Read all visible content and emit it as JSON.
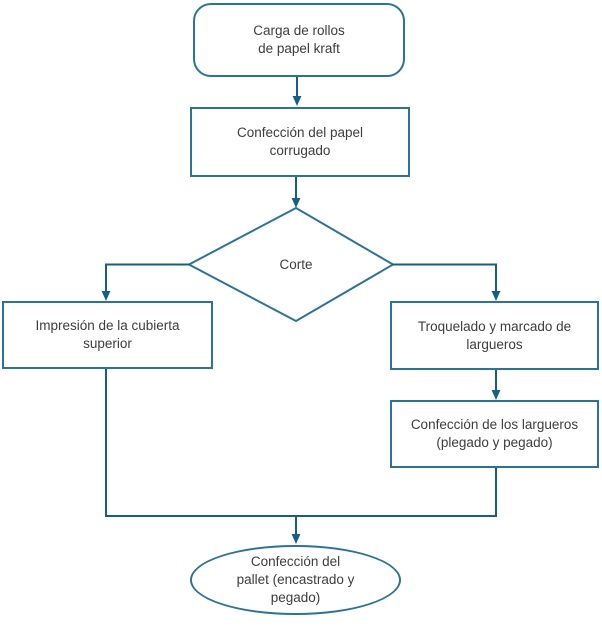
{
  "diagram": {
    "type": "flowchart",
    "nodes": {
      "start": {
        "label": "Carga de rollos\nde papel kraft",
        "shape": "rounded-rectangle"
      },
      "corrugado": {
        "label": "Confección del papel\ncorrugado",
        "shape": "rectangle"
      },
      "corte": {
        "label": "Corte",
        "shape": "diamond"
      },
      "impresion": {
        "label": "Impresión de la cubierta\nsuperior",
        "shape": "rectangle"
      },
      "troquelado": {
        "label": "Troquelado y marcado de\nlargueros",
        "shape": "rectangle"
      },
      "largueros": {
        "label": "Confección de los largueros\n(plegado y pegado)",
        "shape": "rectangle"
      },
      "pallet": {
        "label": "Confección del\npallet (encastrado y\npegado)",
        "shape": "ellipse"
      }
    },
    "edges": [
      {
        "from": "start",
        "to": "corrugado"
      },
      {
        "from": "corrugado",
        "to": "corte"
      },
      {
        "from": "corte",
        "to": "impresion"
      },
      {
        "from": "corte",
        "to": "troquelado"
      },
      {
        "from": "troquelado",
        "to": "largueros"
      },
      {
        "from": "impresion",
        "to": "pallet"
      },
      {
        "from": "largueros",
        "to": "pallet"
      }
    ],
    "colors": {
      "shape_border": "#2B7399",
      "connector": "#156082",
      "text": "#3D3D3D",
      "background": "#FFFFFF"
    }
  }
}
